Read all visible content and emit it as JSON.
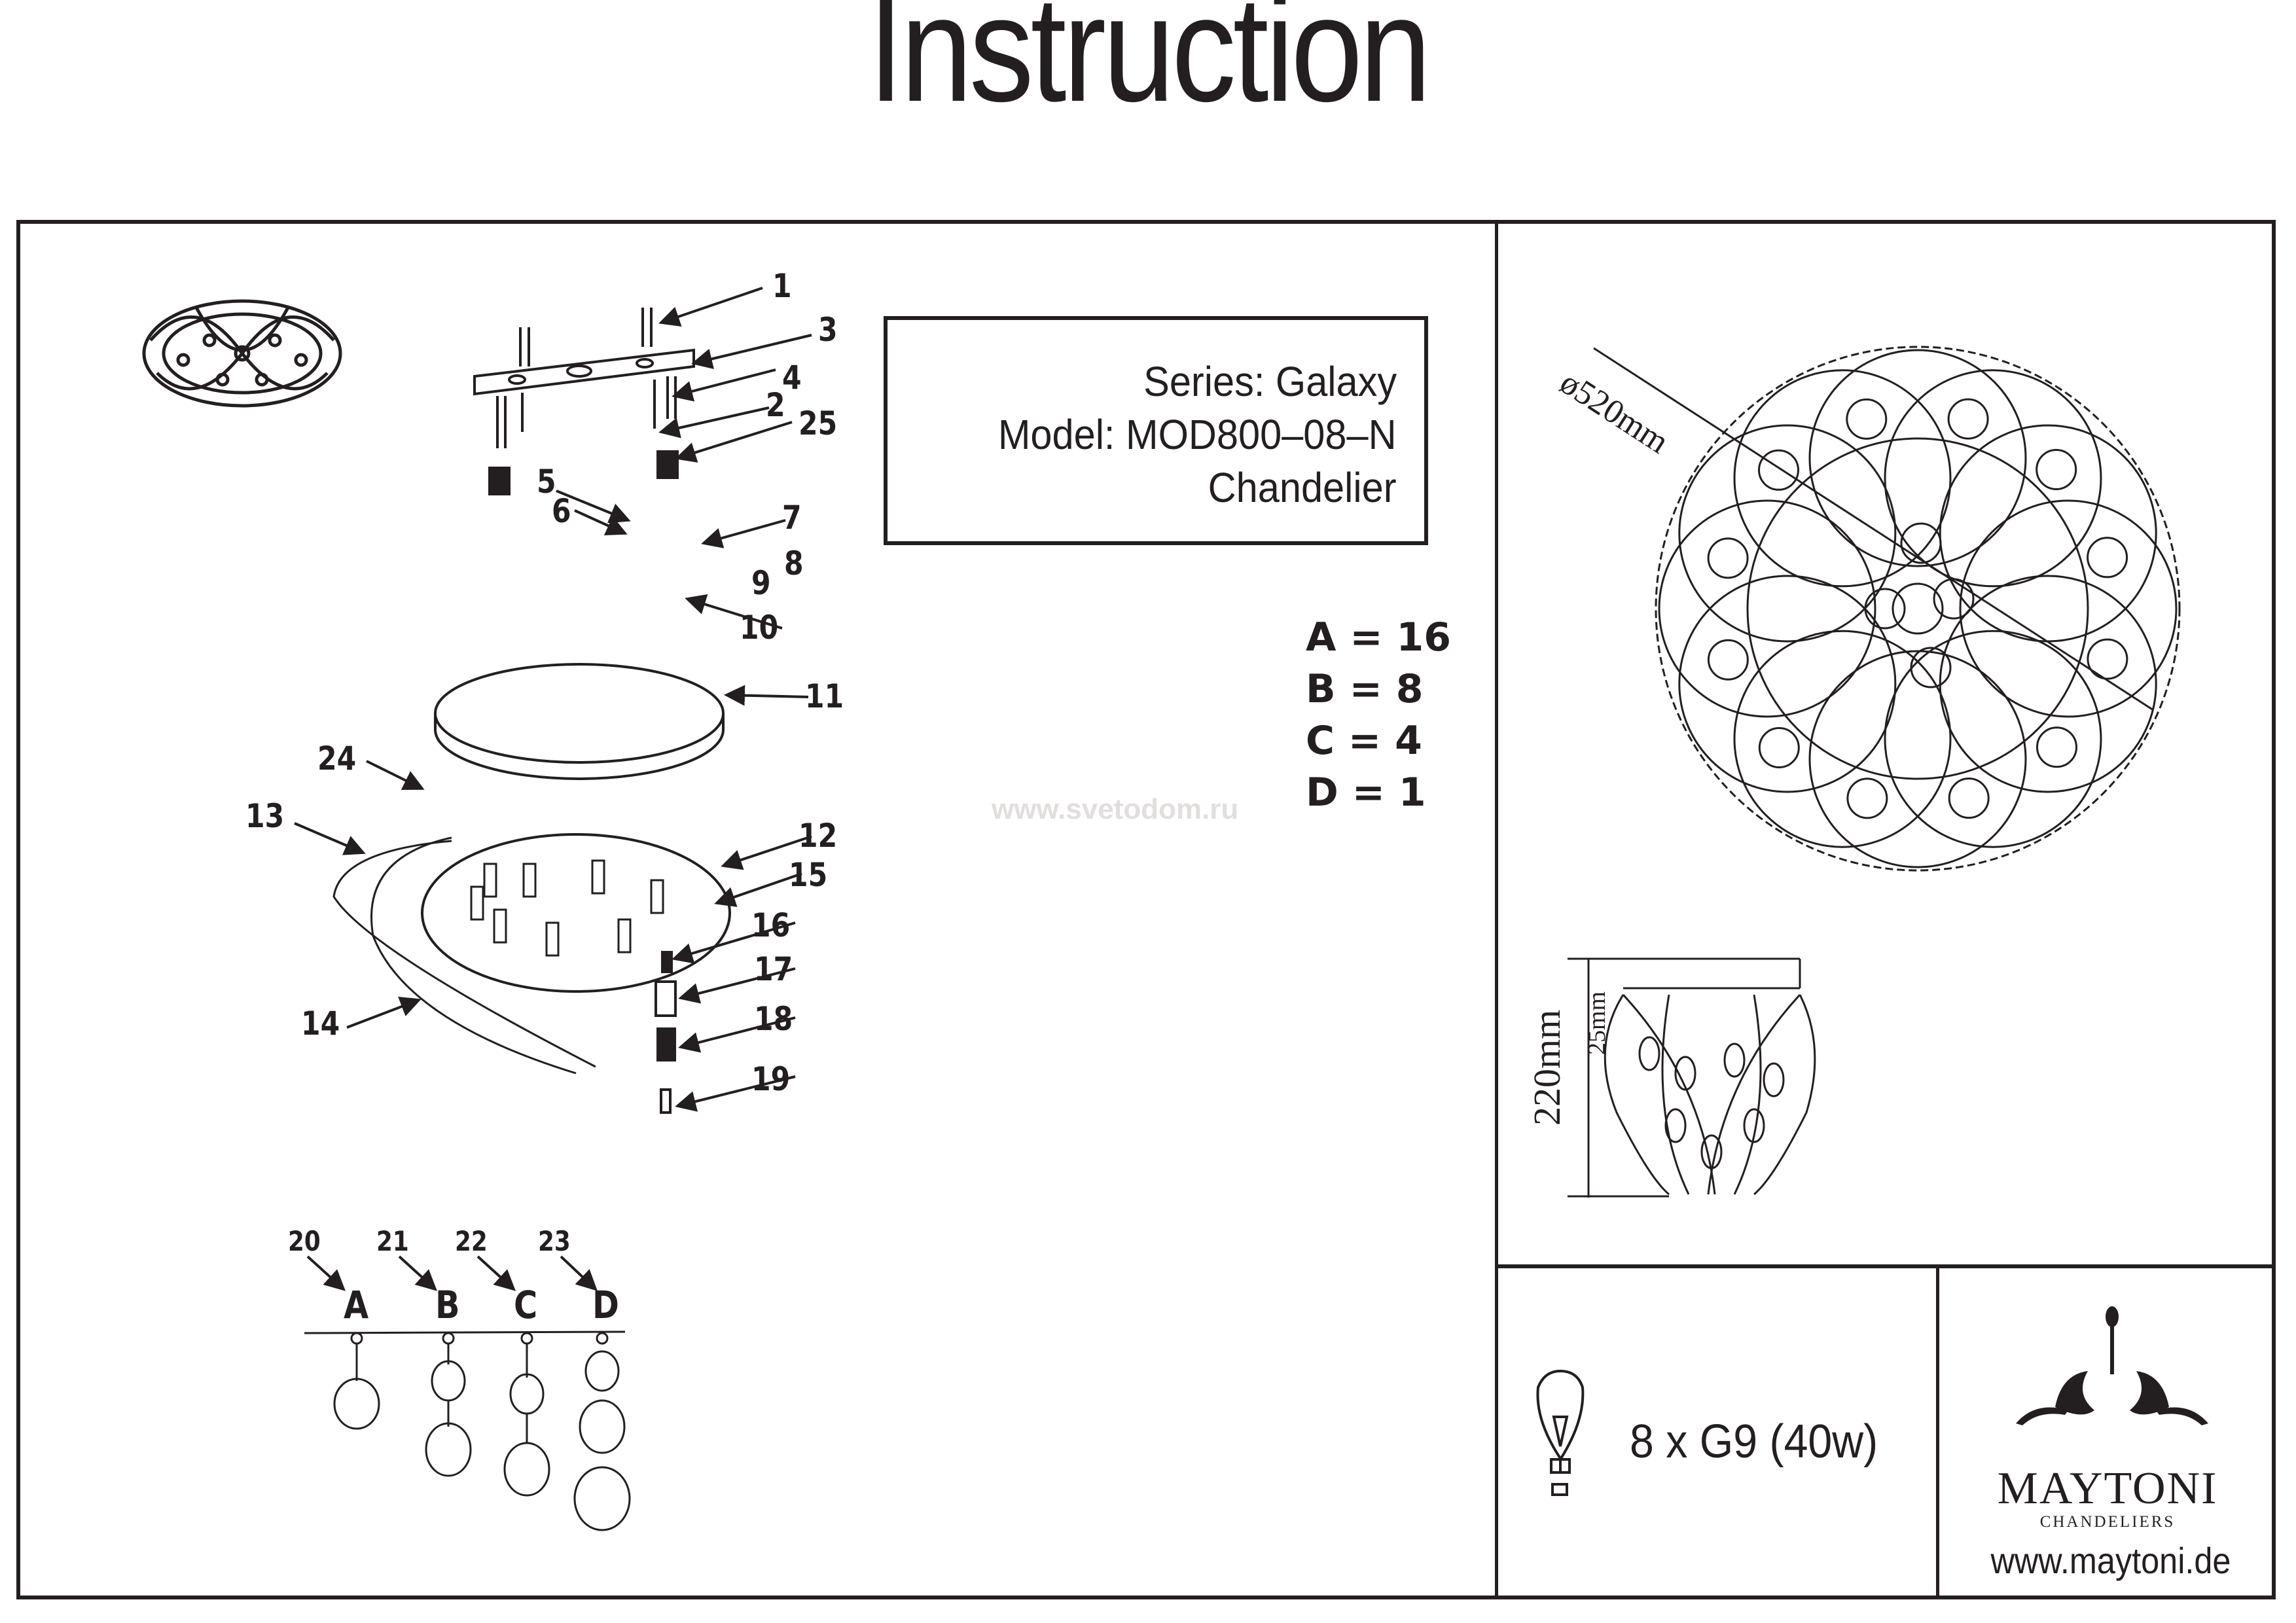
{
  "page": {
    "title": "Instruction",
    "watermark": "www.svetodom.ru"
  },
  "product": {
    "series": "Series: Galaxy",
    "model": "Model: MOD800–08–N",
    "type": "Chandelier"
  },
  "crystal_counts": [
    {
      "label": "A = 16",
      "letter": "A",
      "qty": 16
    },
    {
      "label": "B = 8",
      "letter": "B",
      "qty": 8
    },
    {
      "label": "C = 4",
      "letter": "C",
      "qty": 4
    },
    {
      "label": "D = 1",
      "letter": "D",
      "qty": 1
    }
  ],
  "parts": {
    "mounting": [
      "1",
      "3",
      "4",
      "2",
      "25",
      "5",
      "6",
      "7",
      "8",
      "9",
      "10"
    ],
    "body": [
      "11",
      "24",
      "13",
      "12",
      "15",
      "16",
      "17",
      "14",
      "18",
      "19"
    ],
    "crystals": [
      {
        "num": "20",
        "letter": "A",
        "balls": 1
      },
      {
        "num": "21",
        "letter": "B",
        "balls": 2
      },
      {
        "num": "22",
        "letter": "C",
        "balls": 2
      },
      {
        "num": "23",
        "letter": "D",
        "balls": 3
      }
    ]
  },
  "dimensions": {
    "diameter": "ø520mm",
    "height": "220mm",
    "canopy": "25mm"
  },
  "bulb": {
    "spec": "8 x G9 (40w)",
    "icon": "light-bulb-icon"
  },
  "brand": {
    "name": "MAYTONI",
    "subtitle": "CHANDELIERS",
    "url": "www.maytoni.de",
    "logo_icon": "chandelier-ornament-icon"
  }
}
